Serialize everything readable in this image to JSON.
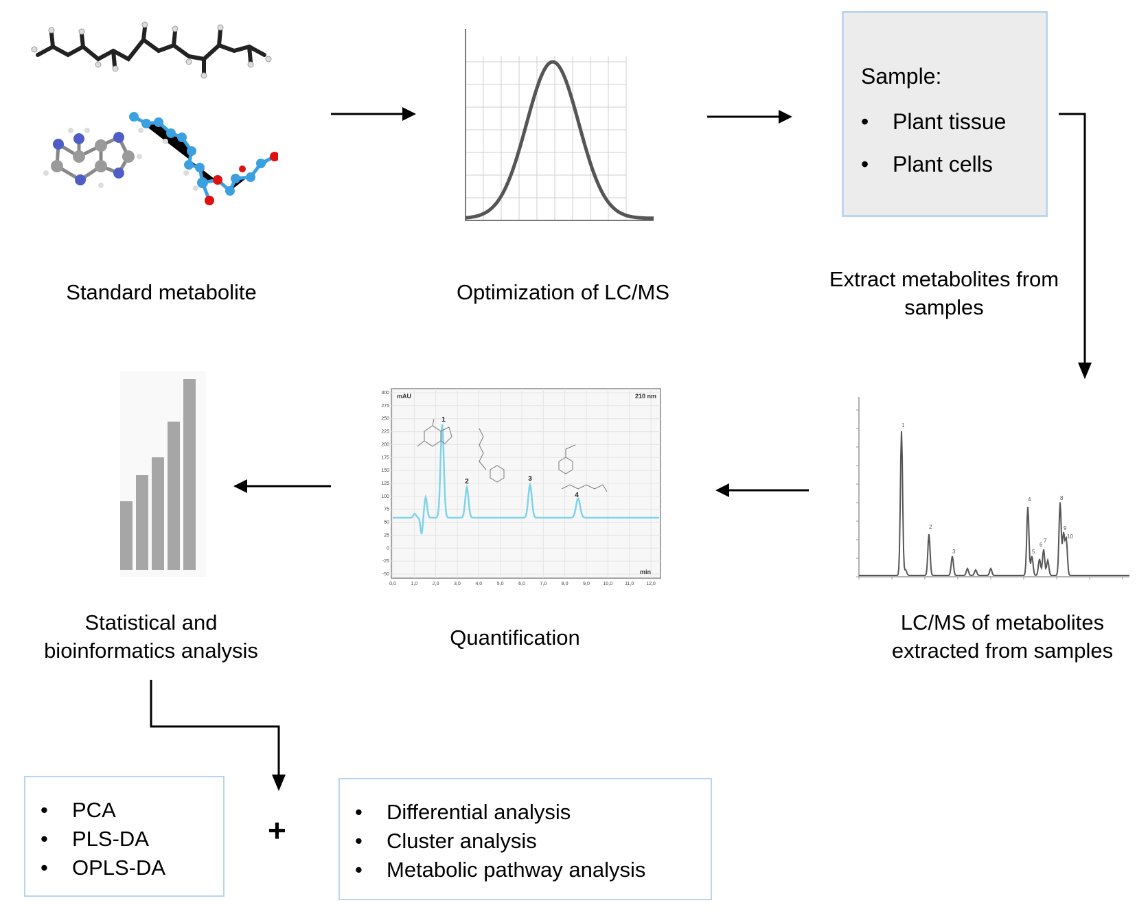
{
  "steps": {
    "standard": "Standard metabolite",
    "optimization": "Optimization  of LC/MS",
    "extract": "Extract metabolites from samples",
    "lcms": "LC/MS of metabolites extracted from samples",
    "quantification": "Quantification",
    "statistical": "Statistical and bioinformatics analysis"
  },
  "sample_box": {
    "title": "Sample:",
    "items": [
      "Plant tissue",
      "Plant cells"
    ]
  },
  "multivariate_box": {
    "items": [
      "PCA",
      "PLS-DA",
      "OPLS-DA"
    ]
  },
  "univariate_box": {
    "items": [
      "Differential analysis",
      "Cluster analysis",
      "Metabolic pathway analysis"
    ]
  },
  "plus_sign": "+",
  "bullet": "•",
  "chromatogram": {
    "y_unit": "mAU",
    "wavelength": "210 nm",
    "x_unit": "min",
    "peak_labels": [
      "1",
      "2",
      "3",
      "4"
    ],
    "y_ticks": [
      "300",
      "275",
      "250",
      "225",
      "200",
      "175",
      "150",
      "125",
      "100",
      "75",
      "50",
      "25",
      "0",
      "-25",
      "-50"
    ],
    "x_ticks": [
      "0,0",
      "1,0",
      "2,0",
      "3,0",
      "4,0",
      "5,0",
      "6,0",
      "7,0",
      "8,0",
      "9,0",
      "10,0",
      "11,0",
      "12,0"
    ]
  },
  "lcms_chart": {
    "peak_labels": [
      "1",
      "2",
      "3",
      "4",
      "5",
      "6",
      "7",
      "8",
      "9",
      "10"
    ]
  },
  "colors": {
    "arrow": "#000000",
    "box_border": "#b9d4ee",
    "sample_fill": "#ececec",
    "bar": "#a6a6a6",
    "trace_cyan": "#7fd3ea",
    "atom_carbon_blue": "#3aa0e0",
    "atom_nitrogen": "#4f5ec7",
    "atom_oxygen": "#e01010"
  }
}
